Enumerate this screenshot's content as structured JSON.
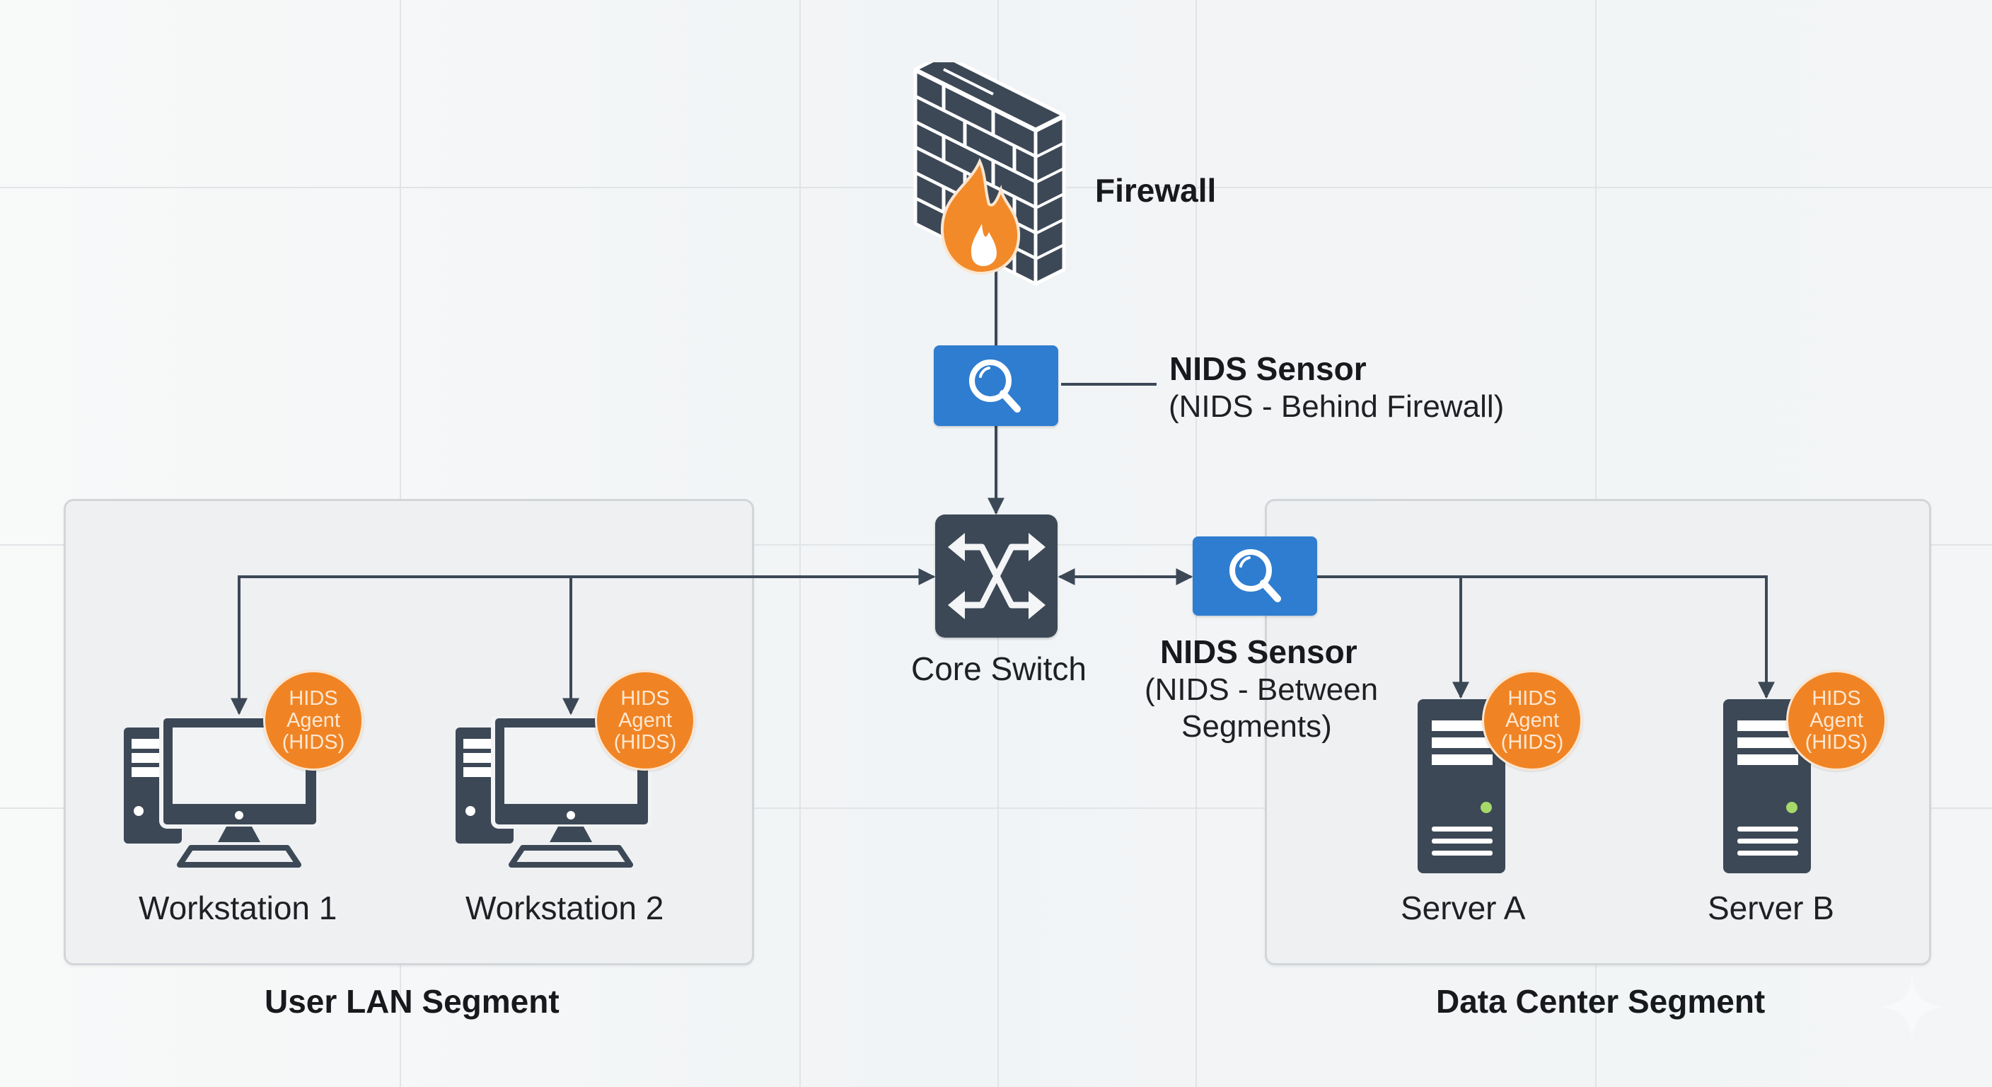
{
  "diagram": {
    "firewall": {
      "label": "Firewall",
      "icon": "brick-wall-with-flame-icon"
    },
    "nids_top": {
      "title": "NIDS Sensor",
      "subtitle": "(NIDS - Behind Firewall)",
      "icon": "magnifier-icon"
    },
    "core_switch": {
      "label": "Core Switch",
      "icon": "switch-crossed-arrows-icon"
    },
    "nids_between": {
      "title": "NIDS Sensor",
      "subtitle_line1": "(NIDS - Between",
      "subtitle_line2": "Segments)",
      "icon": "magnifier-icon"
    },
    "segments": [
      {
        "label": "User LAN Segment",
        "hosts": [
          {
            "label": "Workstation 1",
            "icon": "desktop-computer-icon",
            "badge": {
              "line1": "HIDS",
              "line2": "Agent",
              "line3": "(HIDS)"
            }
          },
          {
            "label": "Workstation 2",
            "icon": "desktop-computer-icon",
            "badge": {
              "line1": "HIDS",
              "line2": "Agent",
              "line3": "(HIDS)"
            }
          }
        ]
      },
      {
        "label": "Data Center Segment",
        "hosts": [
          {
            "label": "Server A",
            "icon": "server-tower-icon",
            "badge": {
              "line1": "HIDS",
              "line2": "Agent",
              "line3": "(HIDS)"
            }
          },
          {
            "label": "Server B",
            "icon": "server-tower-icon",
            "badge": {
              "line1": "HIDS",
              "line2": "Agent",
              "line3": "(HIDS)"
            }
          }
        ]
      }
    ],
    "connections": [
      {
        "from": "Firewall",
        "to": "NIDS Sensor (Behind Firewall)",
        "arrow": "none"
      },
      {
        "from": "NIDS Sensor (Behind Firewall)",
        "to": "Core Switch",
        "arrow": "to"
      },
      {
        "from": "User LAN Segment",
        "to": "Core Switch",
        "arrow": "to"
      },
      {
        "from": "Core Switch",
        "to": "NIDS Sensor (Between Segments)",
        "arrow": "both"
      },
      {
        "from": "User LAN bus",
        "to": "Workstation 1",
        "arrow": "to"
      },
      {
        "from": "User LAN bus",
        "to": "Workstation 2",
        "arrow": "to"
      },
      {
        "from": "NIDS Sensor (Between Segments)",
        "to": "Server A",
        "arrow": "to"
      },
      {
        "from": "NIDS Sensor (Between Segments)",
        "to": "Server B",
        "arrow": "to"
      }
    ]
  },
  "colors": {
    "icon_dark": "#3c4856",
    "nids_blue": "#2f7dd0",
    "hids_orange": "#f08424",
    "flame_orange": "#f28a2a",
    "status_led": "#a6d86a",
    "segment_fill": "#eef0f2"
  },
  "watermark": {
    "icon": "sparkle-icon"
  }
}
